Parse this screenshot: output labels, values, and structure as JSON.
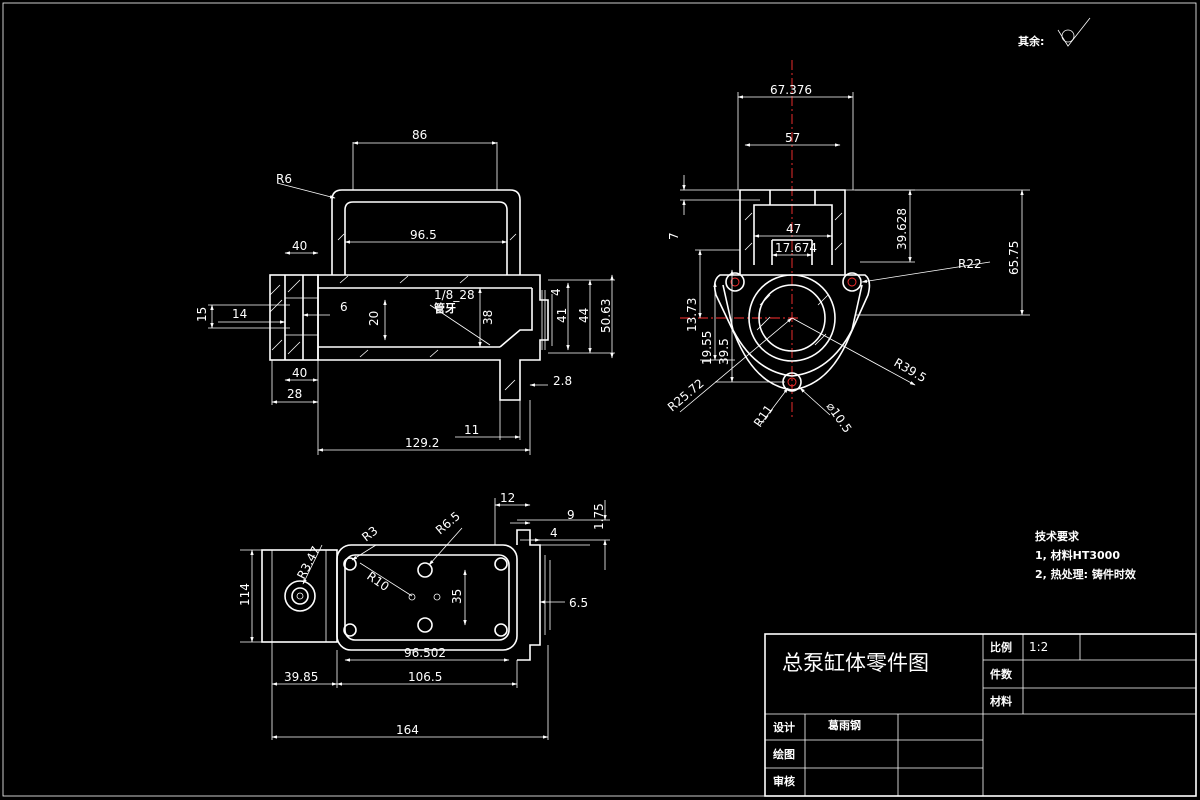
{
  "roughness": {
    "label": "其余:"
  },
  "front_view": {
    "dims": {
      "top_width": "86",
      "inner_width": "96.5",
      "radius": "R6",
      "port_width_top": "40",
      "port_width_bottom": "40",
      "offset_14": "14",
      "height_15": "15",
      "dim_6": "6",
      "dim_20": "20",
      "dim_38": "38",
      "dim_41": "41",
      "dim_44": "44",
      "dim_50_63": "50.63",
      "dim_4": "4",
      "dim_2_8": "2.8",
      "dim_28": "28",
      "dim_11": "11",
      "total_length": "129.2"
    },
    "pipe_thread": "1/8_28",
    "pipe_thread_label": "管牙"
  },
  "side_view": {
    "dims": {
      "top_width": "67.376",
      "mid_width": "57",
      "inner_width": "47",
      "slot_width": "17.674",
      "dim_7": "7",
      "dim_39_628": "39.628",
      "dim_65_75": "65.75",
      "dim_13_73": "13.73",
      "dim_19_55": "19.55",
      "dim_39_5": "39.5",
      "r22": "R22",
      "r39_5": "R39.5",
      "r25_72": "R25.72",
      "r11": "R11",
      "hole_dia": "⌀10.5"
    }
  },
  "top_view": {
    "dims": {
      "dim_12": "12",
      "dim_9": "9",
      "dim_4": "4",
      "dim_1_75": "1.75",
      "r3": "R3",
      "r6_5": "R6.5",
      "r3_47": "R3.47",
      "r10": "R10",
      "dim_35": "35",
      "dim_114": "114",
      "dim_6_5": "6.5",
      "dim_96_502": "96.502",
      "dim_39_85": "39.85",
      "dim_106_5": "106.5",
      "dim_164": "164"
    }
  },
  "tech_requirements": {
    "heading": "技术要求",
    "items": [
      "1, 材料HT3000",
      "2, 热处理: 铸件时效"
    ]
  },
  "title_block": {
    "title": "总泵缸体零件图",
    "scale_label": "比例",
    "scale_value": "1:2",
    "count_label": "件数",
    "material_label": "材料",
    "design_label": "设计",
    "designer": "葛雨钢",
    "drawing_label": "绘图",
    "review_label": "审核"
  }
}
